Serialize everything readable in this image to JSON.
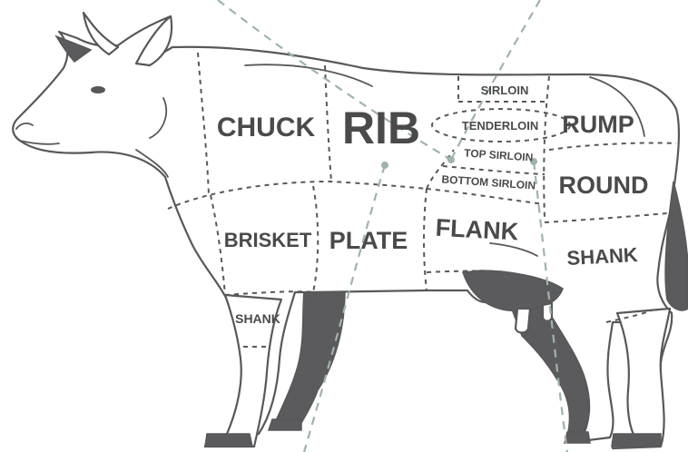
{
  "diagram": {
    "cuts": {
      "chuck": "CHUCK",
      "rib": "RIB",
      "sirloin": "SIRLOIN",
      "tenderloin": "TENDERLOIN",
      "top_sirloin": "TOP SIRLOIN",
      "bottom_sirloin": "BOTTOM SIRLOIN",
      "rump": "RUMP",
      "round": "ROUND",
      "brisket": "BRISKET",
      "plate": "PLATE",
      "flank": "FLANK",
      "shank_rear": "SHANK",
      "shank_front": "SHANK"
    },
    "colors": {
      "outline": "#58585a",
      "dark_fill": "#5b5b5d",
      "label": "#4a4a4c",
      "guide_line": "#9fb3ad"
    }
  }
}
